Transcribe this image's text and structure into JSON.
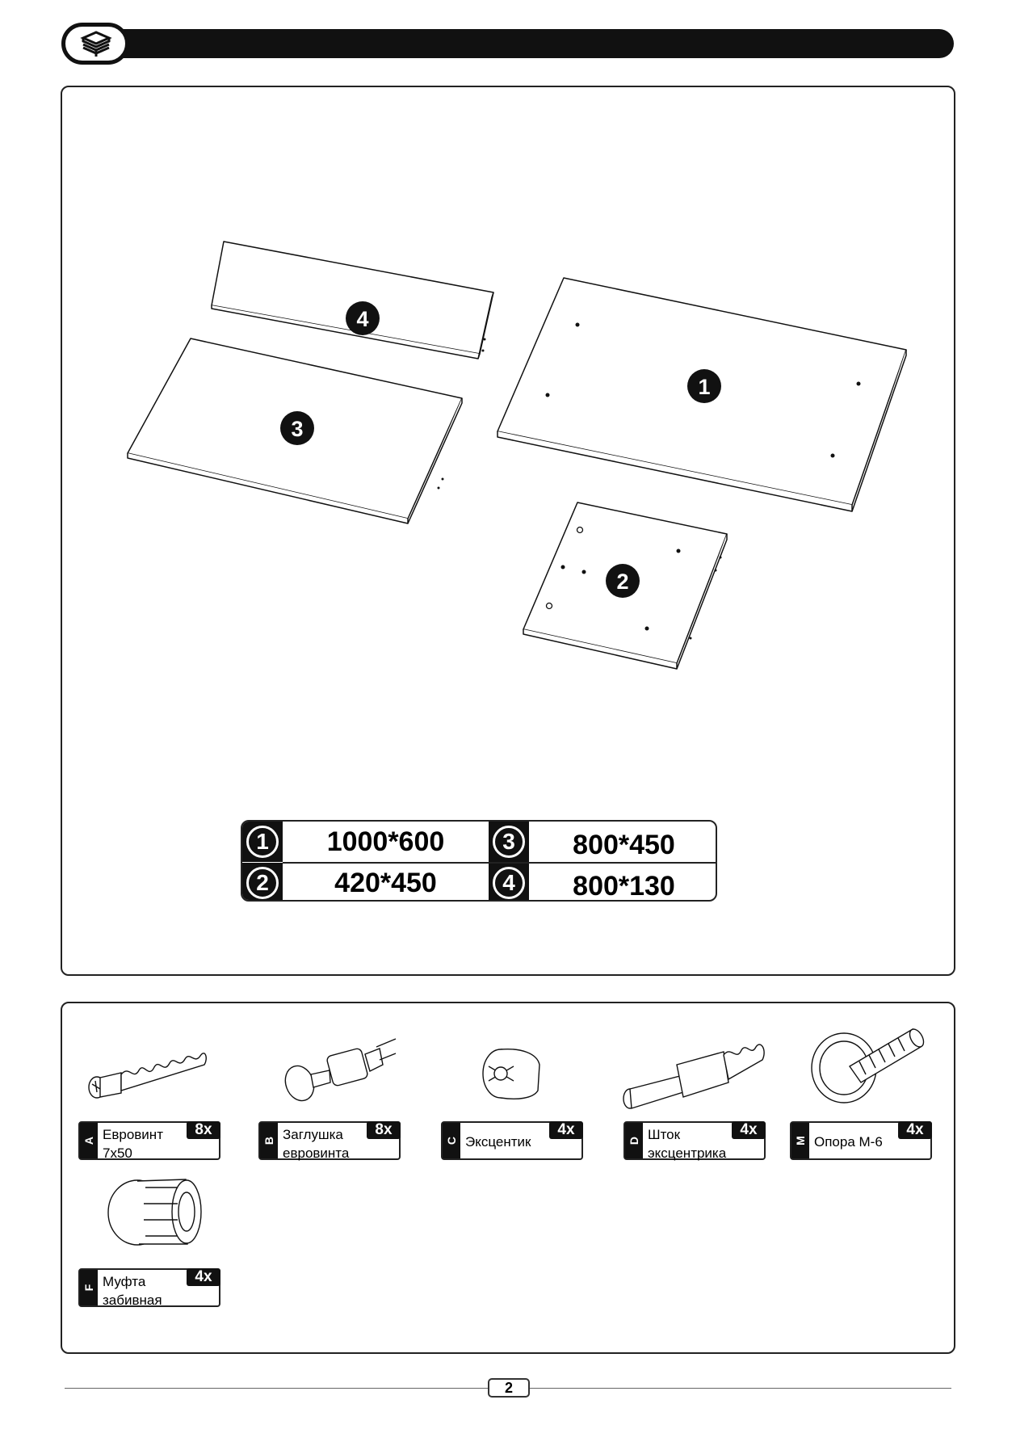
{
  "header": {
    "icon": "box-icon"
  },
  "panels": [
    {
      "id": "1",
      "dimensions": "1000*600"
    },
    {
      "id": "2",
      "dimensions": "420*450"
    },
    {
      "id": "3",
      "dimensions": "800*450"
    },
    {
      "id": "4",
      "dimensions": "800*130"
    }
  ],
  "hardware": [
    {
      "letter": "A",
      "name": "Евровинт\n7x50",
      "qty": "8x",
      "icon": "euroscrew-icon"
    },
    {
      "letter": "B",
      "name": "Заглушка\nевровинта",
      "qty": "8x",
      "icon": "screw-cap-icon"
    },
    {
      "letter": "C",
      "name": "Эксцентик",
      "qty": "4x",
      "icon": "cam-lock-icon"
    },
    {
      "letter": "D",
      "name": "Шток\nэксцентрика",
      "qty": "4x",
      "icon": "cam-bolt-icon"
    },
    {
      "letter": "M",
      "name": "Опора М-6",
      "qty": "4x",
      "icon": "leveling-foot-icon"
    },
    {
      "letter": "F",
      "name": "Муфта\nзабивная",
      "qty": "4x",
      "icon": "insert-nut-icon"
    }
  ],
  "footer": {
    "page": "2"
  }
}
